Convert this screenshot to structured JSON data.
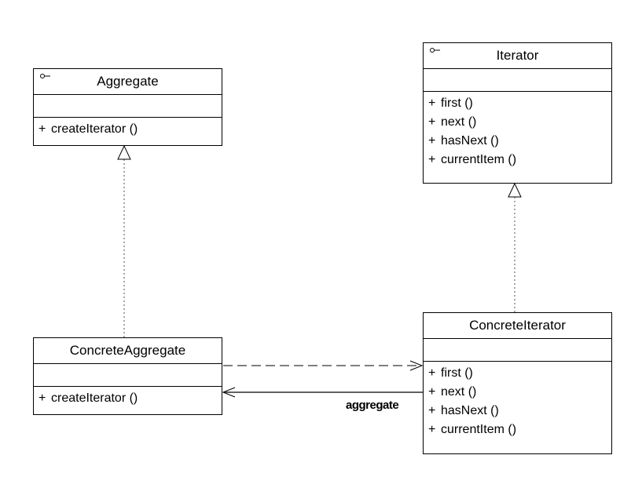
{
  "classes": {
    "aggregate": {
      "name": "Aggregate",
      "operations": [
        {
          "visibility": "+",
          "signature": "createIterator ()"
        }
      ]
    },
    "iterator": {
      "name": "Iterator",
      "operations": [
        {
          "visibility": "+",
          "signature": "first ()"
        },
        {
          "visibility": "+",
          "signature": "next ()"
        },
        {
          "visibility": "+",
          "signature": "hasNext ()"
        },
        {
          "visibility": "+",
          "signature": "currentItem ()"
        }
      ]
    },
    "concrete_aggregate": {
      "name": "ConcreteAggregate",
      "operations": [
        {
          "visibility": "+",
          "signature": "createIterator ()"
        }
      ]
    },
    "concrete_iterator": {
      "name": "ConcreteIterator",
      "operations": [
        {
          "visibility": "+",
          "signature": "first ()"
        },
        {
          "visibility": "+",
          "signature": "next ()"
        },
        {
          "visibility": "+",
          "signature": "hasNext ()"
        },
        {
          "visibility": "+",
          "signature": "currentItem ()"
        }
      ]
    }
  },
  "associations": {
    "aggregate_label": "aggregate"
  },
  "colors": {
    "line": "#000000",
    "dotted_line": "#7a7a7a",
    "dashed_line": "#333333"
  }
}
